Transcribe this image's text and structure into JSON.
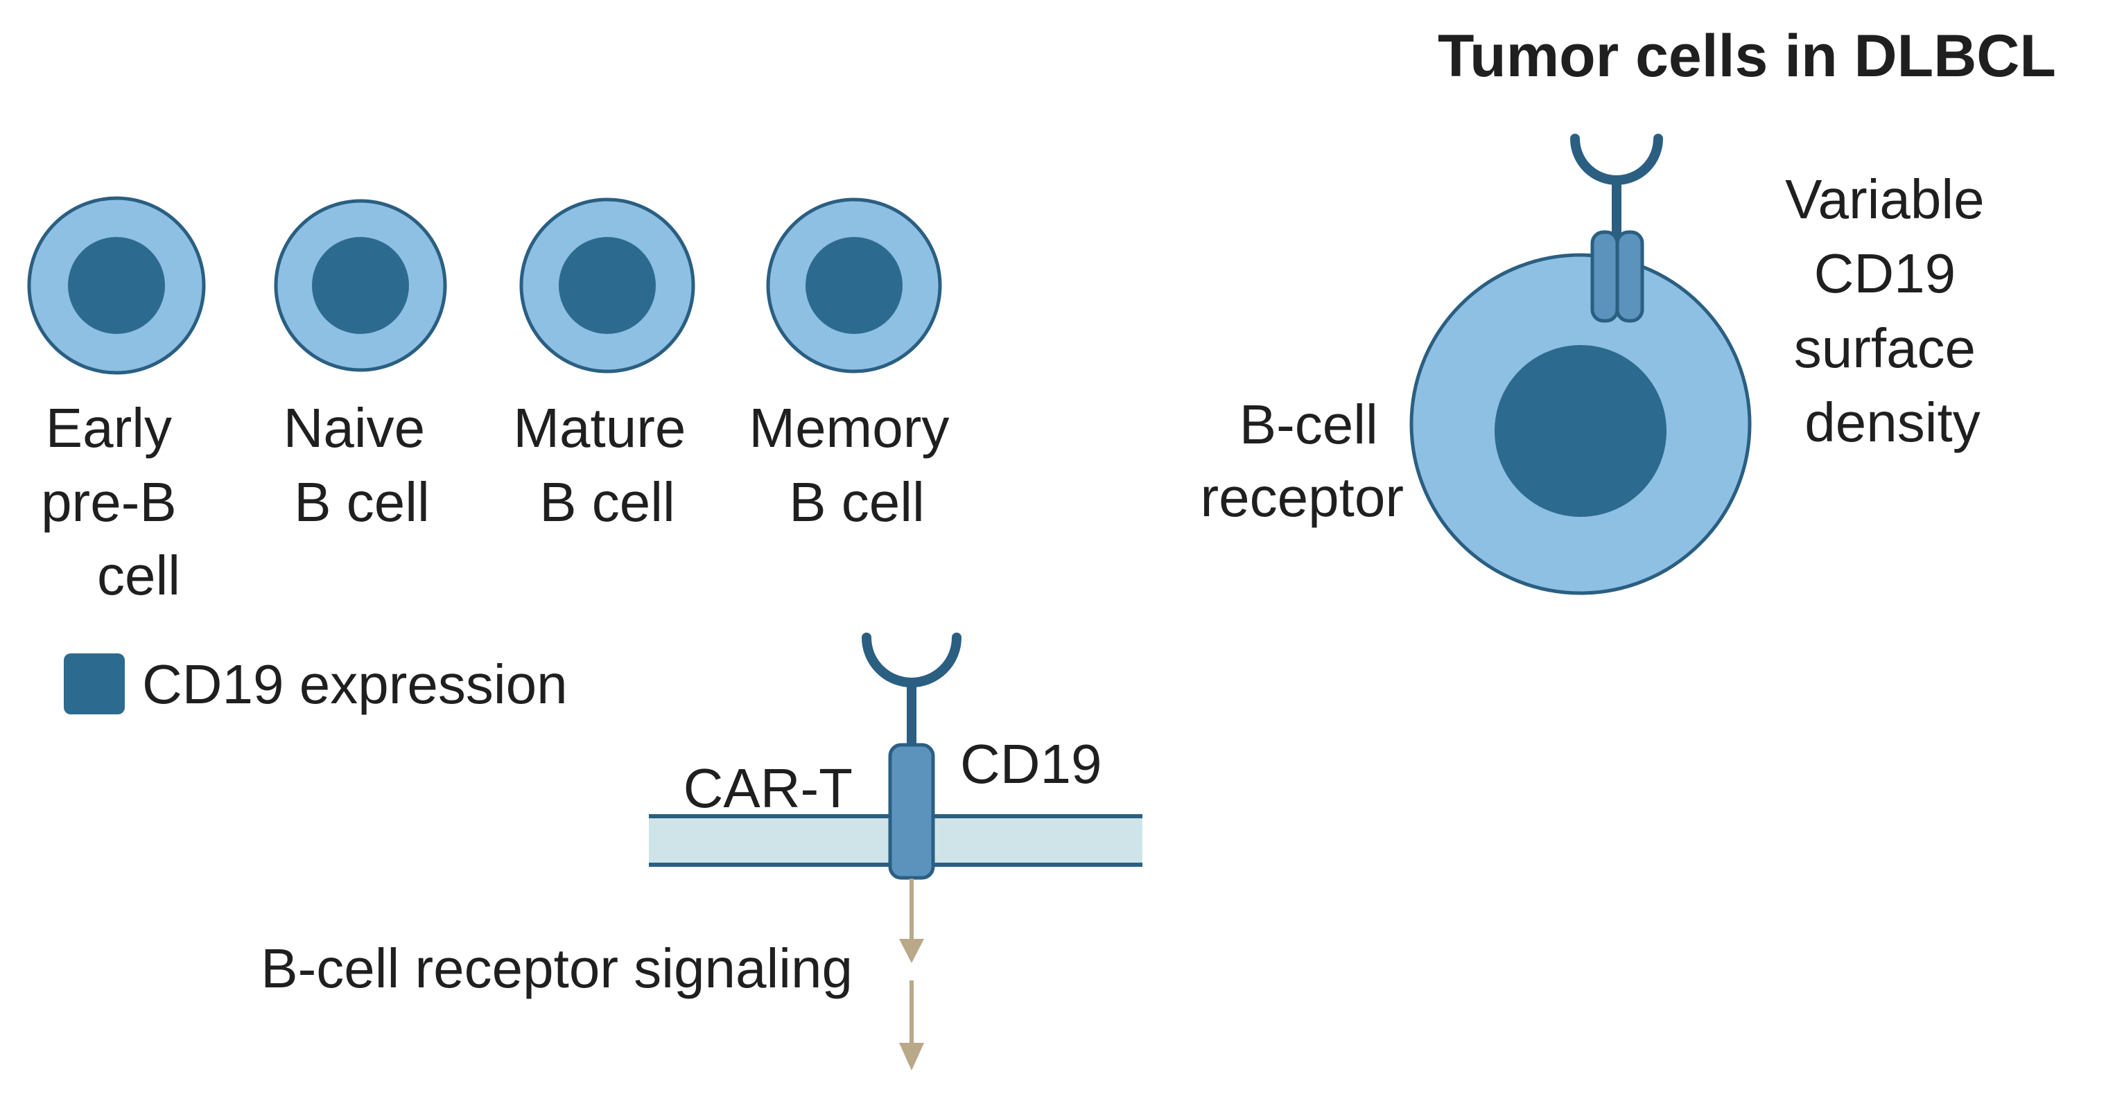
{
  "title": "Tumor cells in DLBCL",
  "colors": {
    "cell_outer": "#8ec0e3",
    "cell_nucleus": "#2d6a8f",
    "outline": "#2a5f82",
    "receptor": "#5b93bd",
    "membrane": "#cfe4e8",
    "arrow": "#b9a88a",
    "text": "#1f1f1f"
  },
  "b_cell_stages": [
    {
      "lines": [
        "Early",
        "pre-B",
        "cell"
      ]
    },
    {
      "lines": [
        "Naive",
        "B cell"
      ]
    },
    {
      "lines": [
        "Mature",
        "B cell"
      ]
    },
    {
      "lines": [
        "Memory",
        "B cell"
      ]
    }
  ],
  "legend": {
    "label": "CD19 expression",
    "icon": "square-swatch"
  },
  "tumor_cell": {
    "receptor_label": [
      "B-cell",
      "receptor"
    ],
    "density_label": [
      "Variable",
      "CD19",
      "surface",
      "density"
    ]
  },
  "membrane_panel": {
    "left_label": "CAR-T",
    "right_label": "CD19",
    "signal_label": "B-cell receptor signaling"
  }
}
